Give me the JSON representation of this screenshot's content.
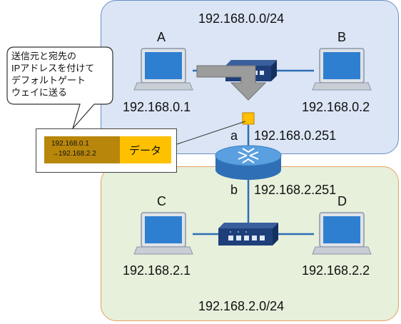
{
  "networks": {
    "top": {
      "label": "192.168.0.0/24"
    },
    "bottom": {
      "label": "192.168.2.0/24"
    }
  },
  "hosts": {
    "A": {
      "name": "A",
      "ip": "192.168.0.1"
    },
    "B": {
      "name": "B",
      "ip": "192.168.0.2"
    },
    "C": {
      "name": "C",
      "ip": "192.168.2.1"
    },
    "D": {
      "name": "D",
      "ip": "192.168.2.2"
    }
  },
  "router": {
    "interface_a": {
      "name": "a",
      "ip": "192.168.0.251"
    },
    "interface_b": {
      "name": "b",
      "ip": "192.168.2.251"
    }
  },
  "callout": {
    "lines": [
      "送信元と宛先の",
      "IPアドレスを付けて",
      "デフォルトゲート",
      "ウェイに送る"
    ]
  },
  "packet": {
    "header_lines": [
      "192.168.0.1",
      "→192.168.2.2"
    ],
    "data_label": "データ"
  },
  "colors": {
    "top_zone": "#dbe5f5",
    "bottom_zone": "#e6f0db",
    "switch": "#1f3f7a",
    "router": "#4a8fd0",
    "packet_header": "#b8860b",
    "packet_data": "#ffc000"
  }
}
